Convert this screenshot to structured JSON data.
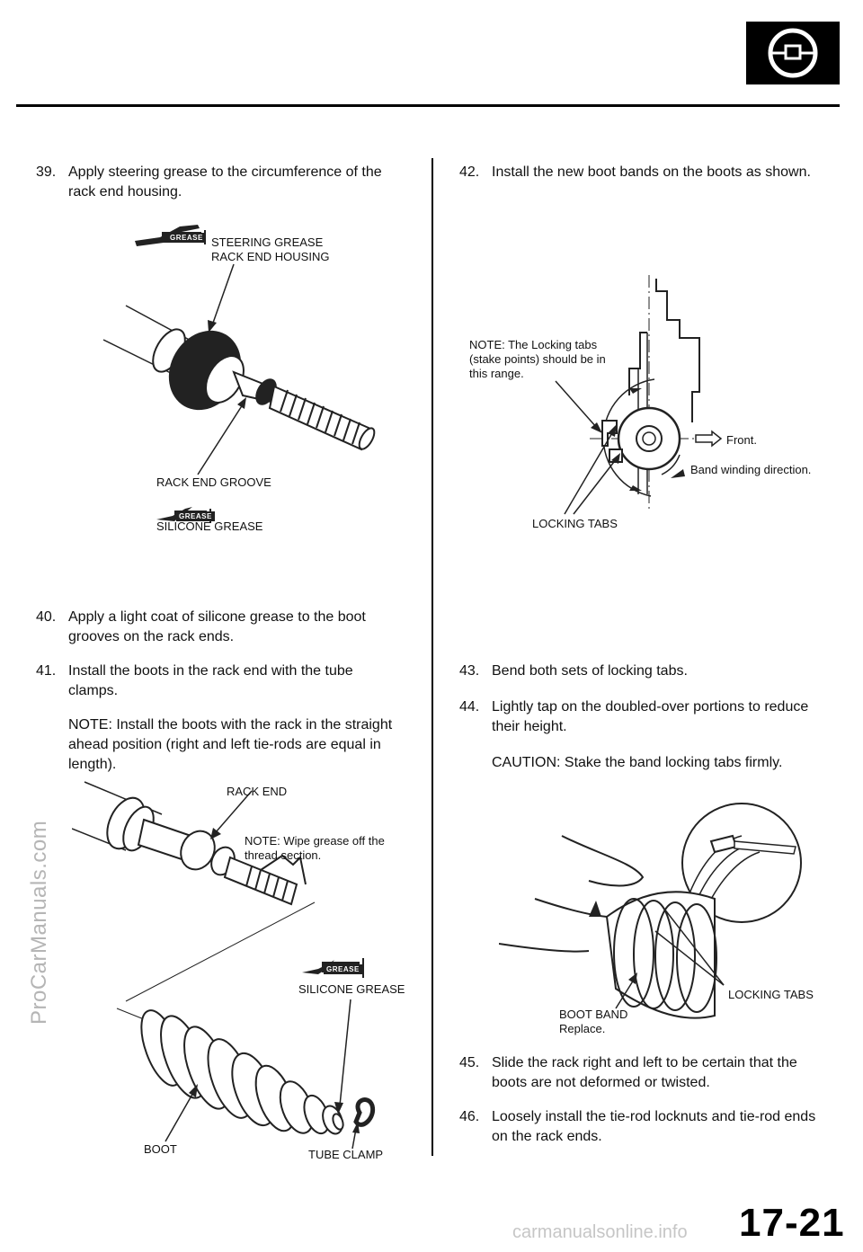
{
  "header": {
    "icon": "steering-wheel-icon"
  },
  "left": {
    "step39": {
      "num": "39.",
      "text": "Apply steering grease to the circumference of the rack end housing."
    },
    "fig1": {
      "grease_tag": "GREASE",
      "steering_grease": "STEERING GREASE",
      "rack_end_housing": "RACK END HOUSING",
      "rack_end_groove": "RACK END GROOVE",
      "grease_tag2": "GREASE",
      "silicone_grease": "SILICONE GREASE"
    },
    "step40": {
      "num": "40.",
      "text": "Apply a light coat of silicone grease to the boot grooves on the rack ends."
    },
    "step41": {
      "num": "41.",
      "text": "Install the boots in the rack end with the tube clamps."
    },
    "note41": "NOTE: Install the boots with the rack in the straight ahead position (right and left tie-rods are equal in length).",
    "fig2": {
      "rack_end": "RACK END",
      "note_wipe": "NOTE: Wipe grease off the thread section.",
      "grease_tag": "GREASE",
      "silicone_grease": "SILICONE GREASE",
      "boot": "BOOT",
      "tube_clamp": "TUBE CLAMP"
    }
  },
  "right": {
    "step42": {
      "num": "42.",
      "text": "Install the new boot bands on the boots as shown."
    },
    "fig3": {
      "note": "NOTE: The Locking tabs (stake points) should be in this range.",
      "front": "Front.",
      "band_winding": "Band winding direction.",
      "locking_tabs": "LOCKING TABS"
    },
    "step43": {
      "num": "43.",
      "text": "Bend both sets of locking tabs."
    },
    "step44": {
      "num": "44.",
      "text": "Lightly tap on the doubled-over portions to reduce their height."
    },
    "caution44": "CAUTION: Stake the band locking tabs firmly.",
    "fig4": {
      "locking_tabs": "LOCKING TABS",
      "boot_band": "BOOT BAND",
      "replace": "Replace."
    },
    "step45": {
      "num": "45.",
      "text": "Slide the rack right and left to be certain that the boots are not deformed or twisted."
    },
    "step46": {
      "num": "46.",
      "text": "Loosely install the tie-rod locknuts and tie-rod ends on the rack ends."
    }
  },
  "footer": {
    "page_number": "17-21",
    "watermark_left": "ProCarManuals.com",
    "watermark_bottom": "carmanualsonline.info"
  }
}
